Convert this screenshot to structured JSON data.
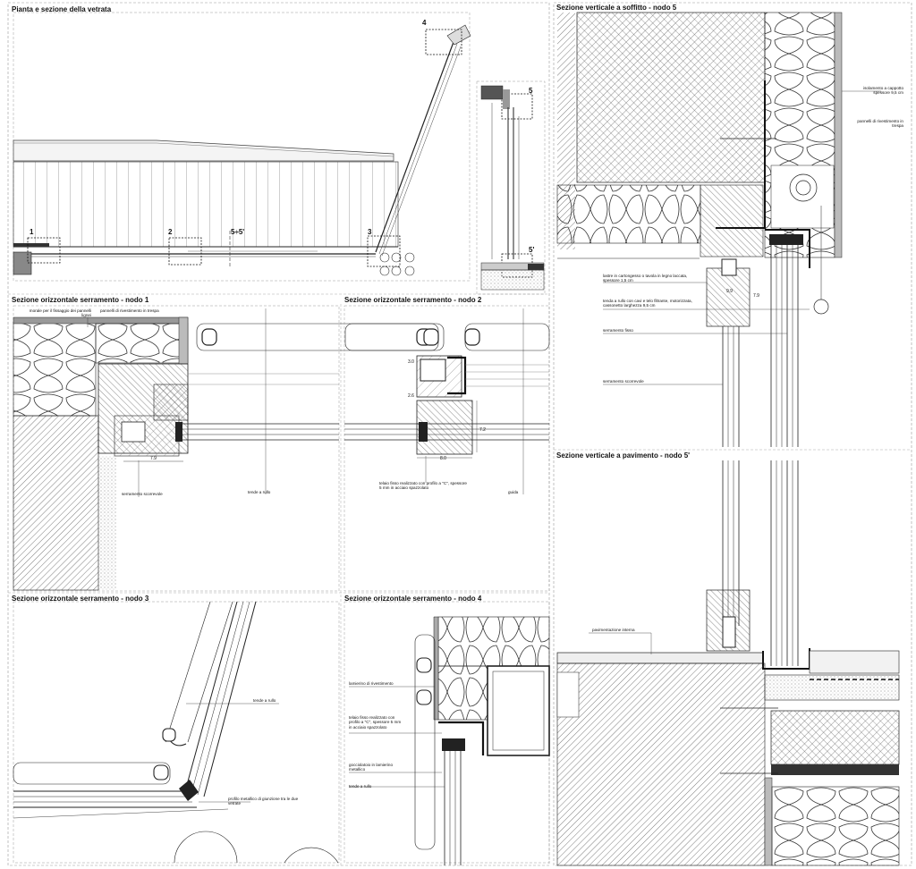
{
  "titles": {
    "plan": "Pianta e sezione della vetrata",
    "node1": "Sezione orizzontale serramento - nodo 1",
    "node2": "Sezione orizzontale serramento - nodo 2",
    "node3": "Sezione orizzontale serramento - nodo 3",
    "node4": "Sezione orizzontale serramento - nodo 4",
    "node5": "Sezione verticale a soffitto - nodo 5",
    "node5p": "Sezione verticale a pavimento - nodo 5'"
  },
  "plan_tags": {
    "t1": "1",
    "t2": "2",
    "t3": "3",
    "t4": "4",
    "t5": "5",
    "t5p": "5'",
    "t55": "5÷5'"
  },
  "node1_notes": {
    "morale": "morale per il fissaggio dei pannelli lignei",
    "pannelli": "pannelli di rivestimento in trespa",
    "scorrevole": "serramento scorrevole",
    "tende": "tende a rullo",
    "dim": "7.9"
  },
  "node2_notes": {
    "telaio": "telaio fisso realizzato con profilo a \"C\", spessore 5 mm in acciaio spazzolato",
    "guida": "guida",
    "dim_w": "8.0",
    "dim_h1": "3.0",
    "dim_h2": "2.6",
    "dim_h3": "7.2"
  },
  "node3_notes": {
    "tende": "tende a rullo",
    "profilo": "profilo metallico di giunzione tra le due vetrate"
  },
  "node4_notes": {
    "lamierino": "lamierino di rivestimento",
    "telaio": "telaio fisso realizzato con profilo a \"C\", spessore 5 mm in acciaio spazzolato",
    "gocciolatoio": "gocciolatoio in lamierino metallico",
    "tende": "tende a rullo"
  },
  "node5_notes": {
    "isolamento": "isolamento a cappotto spessore 9,5 cm",
    "pannelli": "pannelli di rivestimento in trespa",
    "lastre": "lastre in cartongesso o tavola in legno laccata, spessore 1,5 cm",
    "tenda": "tenda a rullo con cavi e telo filtrante, motorizzata, cassonetto larghezza 9,5 cm",
    "fisso": "serramento fisso",
    "scorrevole": "serramento scorrevole",
    "dim_w": "9.9",
    "dim_h": "7.9"
  },
  "node5p_notes": {
    "pav": "pavimentazione interna"
  },
  "colors": {
    "line": "#222222",
    "hatch": "#555555",
    "frame": "#888888"
  }
}
